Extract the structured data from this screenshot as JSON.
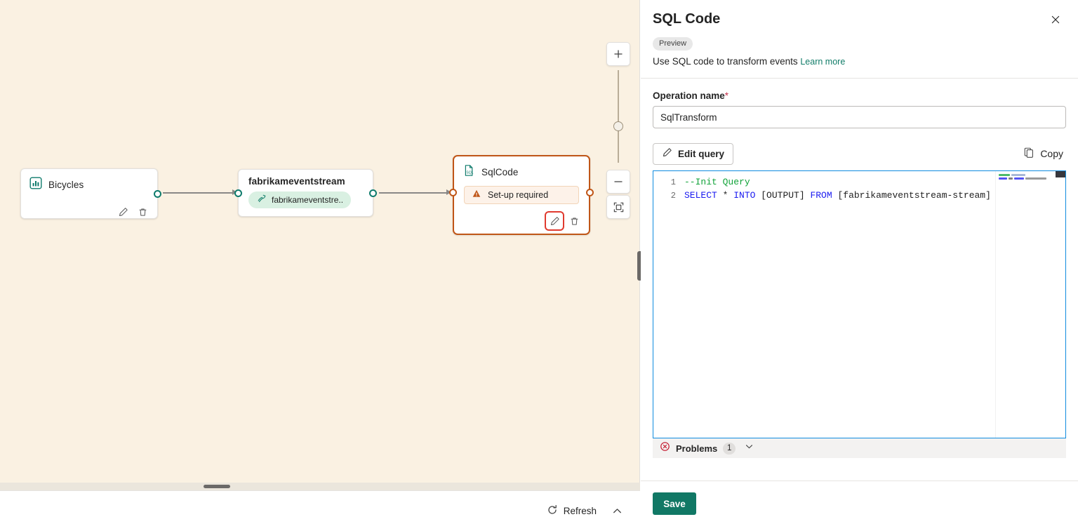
{
  "canvas": {
    "nodes": [
      {
        "id": "bicycles",
        "title": "Bicycles",
        "icon": "bar-chart-icon",
        "edit_icon": "pencil-icon",
        "delete_icon": "trash-icon"
      },
      {
        "id": "eventstream",
        "title": "fabrikameventstream",
        "pill_label": "fabrikameventstre...",
        "pill_icon": "stream-icon"
      },
      {
        "id": "sqlcode",
        "title": "SqlCode",
        "icon": "sql-document-icon",
        "status_label": "Set-up required",
        "status_icon": "warning-triangle-icon",
        "edit_icon": "pencil-icon",
        "delete_icon": "trash-icon",
        "border_color": "#c05617",
        "highlight_color": "#e03a2f"
      }
    ],
    "zoom_controls": {
      "zoom_in": "+",
      "zoom_out": "−",
      "fit_icon": "fit-to-screen-icon"
    },
    "bottom_bar": {
      "refresh_label": "Refresh",
      "refresh_icon": "refresh-icon",
      "collapse_icon": "chevron-up-icon"
    }
  },
  "panel": {
    "title": "SQL Code",
    "close_icon": "close-icon",
    "preview_badge": "Preview",
    "description": "Use SQL code to transform events",
    "learn_more": "Learn more",
    "operation_name": {
      "label": "Operation name",
      "required_mark": "*",
      "value": "SqlTransform"
    },
    "toolbar": {
      "edit_query_label": "Edit query",
      "edit_query_icon": "pencil-icon",
      "copy_label": "Copy",
      "copy_icon": "copy-icon"
    },
    "editor": {
      "lines": [
        {
          "number": "1",
          "tokens": [
            {
              "text": "--Init Query",
              "type": "comment"
            }
          ]
        },
        {
          "number": "2",
          "tokens": [
            {
              "text": "SELECT",
              "type": "kw"
            },
            {
              "text": " * ",
              "type": "plain"
            },
            {
              "text": "INTO",
              "type": "kw"
            },
            {
              "text": " [OUTPUT] ",
              "type": "plain"
            },
            {
              "text": "FROM",
              "type": "kw"
            },
            {
              "text": " [fabrikameventstream-stream]",
              "type": "plain"
            }
          ]
        }
      ],
      "border_color": "#0f8ce0"
    },
    "problems": {
      "label": "Problems",
      "count": "1",
      "icon": "error-circle-icon",
      "expand_icon": "chevron-down-icon"
    },
    "footer": {
      "save_label": "Save",
      "save_color": "#117865"
    }
  }
}
